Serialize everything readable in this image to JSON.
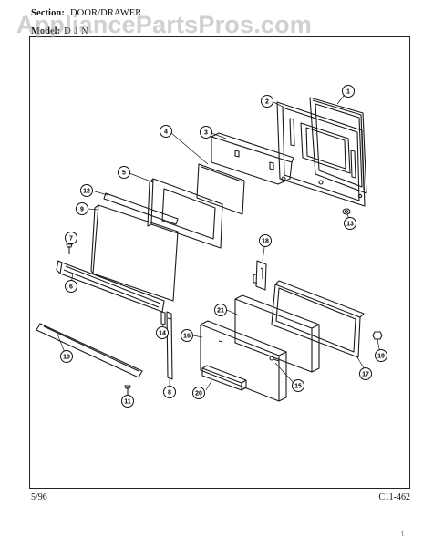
{
  "header": {
    "section_label": "Section:",
    "section_value": "DOOR/DRAWER",
    "model_label": "Model:",
    "model_value": "D    J     N"
  },
  "watermark": "AppliancePartsPros.com",
  "footer": {
    "date": "5/96",
    "page_code": "C11-462"
  },
  "corner_mark": "f",
  "callouts": [
    "1",
    "2",
    "3",
    "4",
    "5",
    "6",
    "7",
    "8",
    "9",
    "10",
    "11",
    "12",
    "13",
    "14",
    "15",
    "16",
    "17",
    "18",
    "19",
    "20",
    "21"
  ]
}
